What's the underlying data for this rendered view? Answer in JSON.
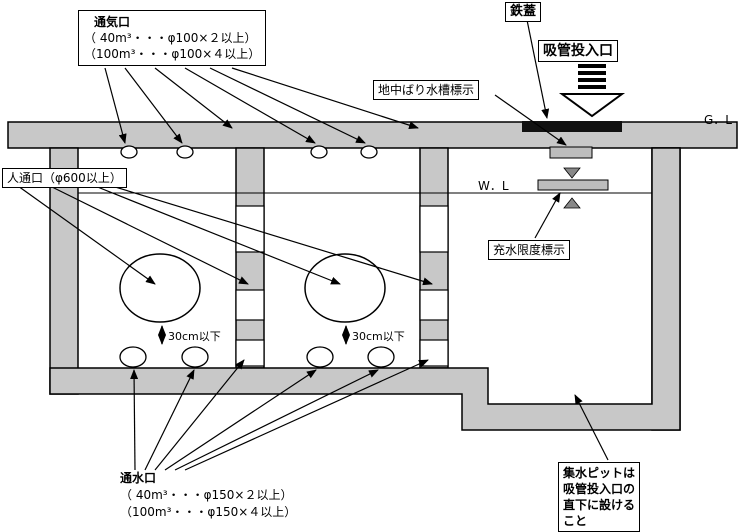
{
  "labels": {
    "vent_title": "通気口",
    "vent_line1": "（ 40m³・・・φ100×２以上）",
    "vent_line2": "（100m³・・・φ100×４以上）",
    "lid": "鉄蓋",
    "suction_inlet": "吸管投入口",
    "beam_mark": "地中ばり水槽標示",
    "gl": "G．L",
    "wl": "W．L",
    "manhole": "人通口（φ600以上）",
    "fill_limit": "充水限度標示",
    "under30_a": "30cm以下",
    "under30_b": "30cm以下",
    "water_title": "通水口",
    "water_line1": "（ 40m³・・・φ150×２以上）",
    "water_line2": "（100m³・・・φ150×４以上）",
    "pit_line1": "集水ピットは",
    "pit_line2": "吸管投入口の",
    "pit_line3": "直下に設ける",
    "pit_line4": "こと"
  },
  "colors": {
    "concrete": "#c8c8c8",
    "line": "#000000",
    "lid": "#111111"
  }
}
